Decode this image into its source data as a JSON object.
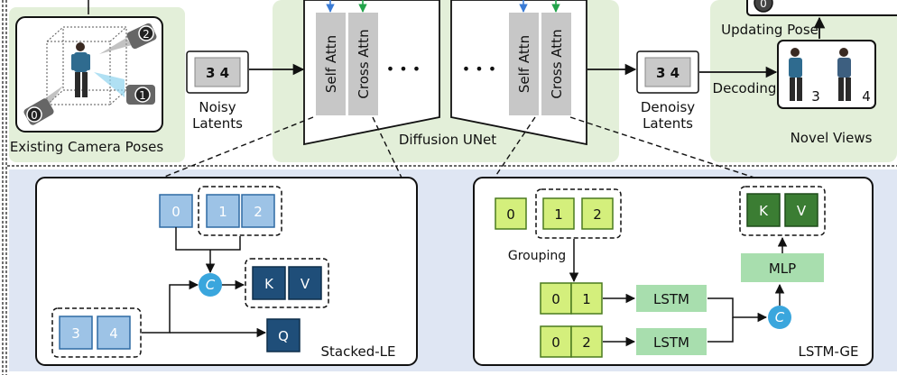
{
  "top": {
    "camera_label": "Existing Camera Poses",
    "cameras": [
      "0",
      "1",
      "2"
    ],
    "noisy_label_1": "Noisy",
    "noisy_label_2": "Latents",
    "noisy_cube": "3 4",
    "self_attn": "Self Attn",
    "cross_attn": "Cross Attn",
    "ellipsis": "• • •",
    "unet_label": "Diffusion UNet",
    "denoisy_label_1": "Denoisy",
    "denoisy_label_2": "Latents",
    "denoisy_cube": "3 4",
    "decoding_label": "Decoding",
    "updating_pose_label": "Updating Pose",
    "updating_pose_icon": "0",
    "novel_views_label": "Novel Views",
    "novel_view_numbers": [
      "3",
      "4"
    ]
  },
  "stacked_le": {
    "title": "Stacked-LE",
    "tokens_top": [
      "0",
      "1",
      "2"
    ],
    "tokens_bottom": [
      "3",
      "4"
    ],
    "concat": "C",
    "kv": [
      "K",
      "V"
    ],
    "q": "Q"
  },
  "lstm_ge": {
    "title": "LSTM-GE",
    "tokens_top": [
      "0",
      "1",
      "2"
    ],
    "grouping_label": "Grouping",
    "group1": [
      "0",
      "1"
    ],
    "group2": [
      "0",
      "2"
    ],
    "lstm": "LSTM",
    "concat": "C",
    "mlp": "MLP",
    "kv": [
      "K",
      "V"
    ]
  },
  "colors": {
    "panel_green": "#e3efd9",
    "panel_blue": "#dfe6f3",
    "token_light_blue": "#9dc3e6",
    "token_dark_blue": "#1f4e79",
    "token_lime": "#d4ef7c",
    "token_dark_green": "#3b7d33",
    "lstm_green": "#a8deae",
    "concat_blue": "#3aa6dd",
    "attn_gray": "#c7c7c7"
  }
}
